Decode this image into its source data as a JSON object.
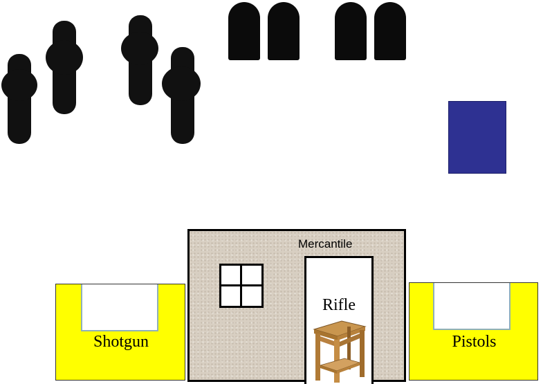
{
  "building": {
    "sign_label": "Mercantile"
  },
  "door": {
    "label": "Rifle"
  },
  "bays": {
    "left": {
      "label": "Shotgun",
      "color": "#ffff00"
    },
    "right": {
      "label": "Pistols",
      "color": "#ffff00"
    }
  },
  "targets": {
    "silhouette_count": 4,
    "tombstone_count": 4,
    "square_color": "#2e3192",
    "silhouette_color": "#111111"
  },
  "icons": {
    "table": "wooden-side-table-icon"
  }
}
